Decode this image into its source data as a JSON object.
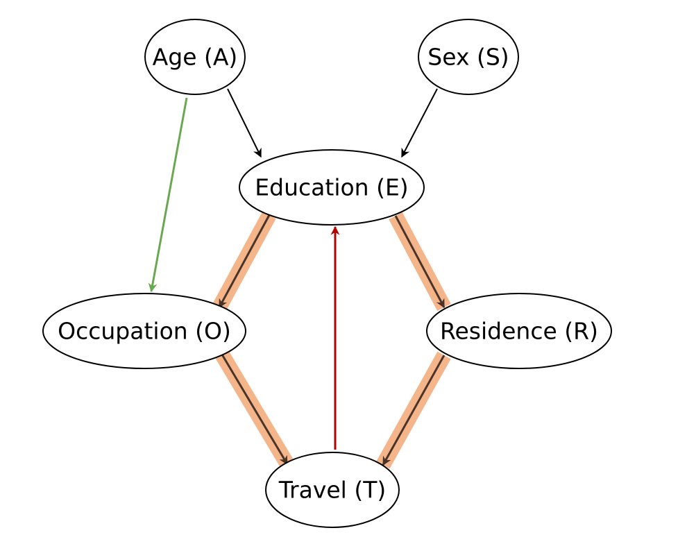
{
  "nodes": [
    {
      "id": "A",
      "label": "Age (A)"
    },
    {
      "id": "S",
      "label": "Sex (S)"
    },
    {
      "id": "E",
      "label": "Education (E)"
    },
    {
      "id": "O",
      "label": "Occupation (O)"
    },
    {
      "id": "R",
      "label": "Residence (R)"
    },
    {
      "id": "T",
      "label": "Travel (T)"
    }
  ],
  "edges": [
    {
      "from": "A",
      "to": "E",
      "color": "#000000",
      "highlighted": false
    },
    {
      "from": "S",
      "to": "E",
      "color": "#000000",
      "highlighted": false
    },
    {
      "from": "A",
      "to": "O",
      "color": "#6aa84f",
      "highlighted": false
    },
    {
      "from": "E",
      "to": "O",
      "color": "#4a3428",
      "highlighted": true
    },
    {
      "from": "E",
      "to": "R",
      "color": "#4a3428",
      "highlighted": true
    },
    {
      "from": "O",
      "to": "T",
      "color": "#4a3428",
      "highlighted": true
    },
    {
      "from": "R",
      "to": "T",
      "color": "#4a3428",
      "highlighted": true
    },
    {
      "from": "T",
      "to": "E",
      "color": "#b30000",
      "highlighted": false
    }
  ],
  "colors": {
    "highlight": "#f5b58a",
    "node_stroke": "#000000",
    "node_fill": "#ffffff"
  }
}
